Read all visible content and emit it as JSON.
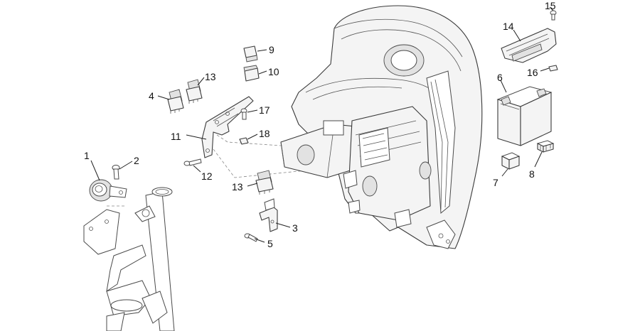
{
  "diagram": {
    "callouts": [
      {
        "id": "c1",
        "label": "1"
      },
      {
        "id": "c2",
        "label": "2"
      },
      {
        "id": "c3",
        "label": "3"
      },
      {
        "id": "c4",
        "label": "4"
      },
      {
        "id": "c5",
        "label": "5"
      },
      {
        "id": "c6",
        "label": "6"
      },
      {
        "id": "c7",
        "label": "7"
      },
      {
        "id": "c8",
        "label": "8"
      },
      {
        "id": "c9",
        "label": "9"
      },
      {
        "id": "c10",
        "label": "10"
      },
      {
        "id": "c11",
        "label": "11"
      },
      {
        "id": "c12",
        "label": "12"
      },
      {
        "id": "c13a",
        "label": "13"
      },
      {
        "id": "c13b",
        "label": "13"
      },
      {
        "id": "c14",
        "label": "14"
      },
      {
        "id": "c15",
        "label": "15"
      },
      {
        "id": "c16",
        "label": "16"
      },
      {
        "id": "c17",
        "label": "17"
      },
      {
        "id": "c18",
        "label": "18"
      }
    ]
  }
}
